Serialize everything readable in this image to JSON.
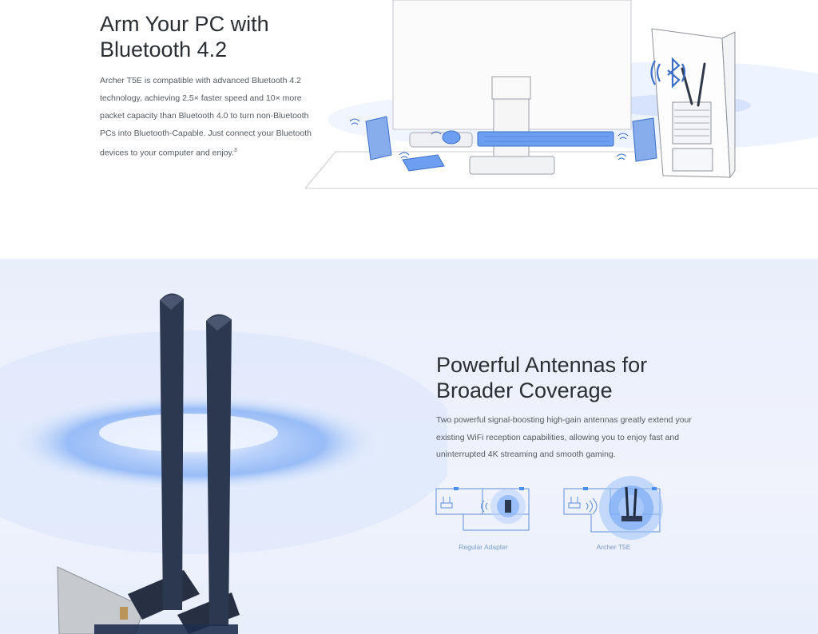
{
  "bluetooth_section": {
    "title_line1": "Arm Your PC with",
    "title_line2": "Bluetooth 4.2",
    "body": "Archer T5E is compatible with advanced Bluetooth 4.2 technology, achieving 2.5× faster speed and 10× more packet capacity than Bluetooth 4.0 to turn non-Bluetooth PCs into Bluetooth-Capable. Just connect your Bluetooth devices to your computer and enjoy.",
    "footnote": "3"
  },
  "antenna_section": {
    "title_line1": "Powerful Antennas for",
    "title_line2": "Broader Coverage",
    "body": "Two powerful signal-boosting high-gain antennas greatly extend your existing WiFi reception capabilities, allowing you to enjoy fast and uninterrupted 4K streaming and smooth gaming.",
    "comparison": {
      "left_label": "Regular Adapter",
      "right_label": "Archer T5E"
    }
  },
  "icons": [
    "bluetooth-icon",
    "wifi-signal-icon",
    "router-icon"
  ],
  "colors": {
    "accent_blue": "#4a8ef2",
    "line_blue": "#5d8fd8",
    "heading": "#2b2f33",
    "body_text": "#555a60",
    "section_bg": "#ecf0fb"
  }
}
